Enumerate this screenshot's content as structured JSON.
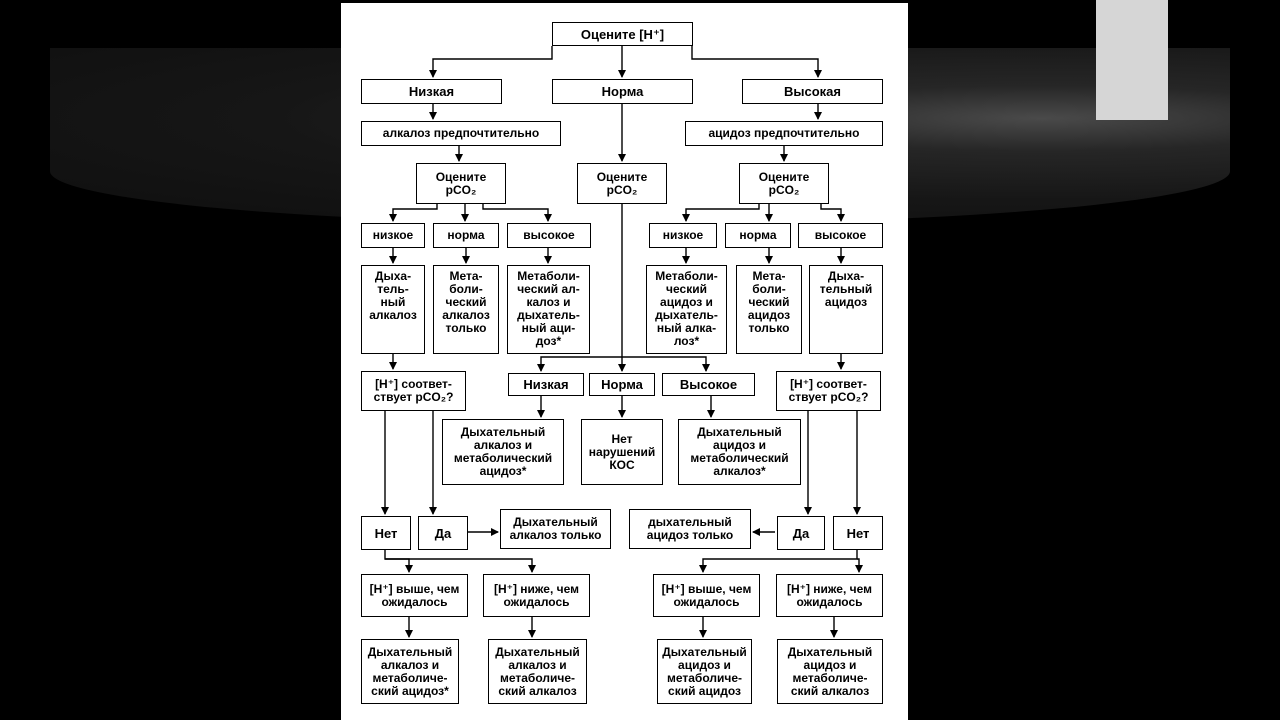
{
  "nodes": {
    "root": "Оцените [H⁺]",
    "h_low": "Низкая",
    "h_norm": "Норма",
    "h_high": "Высокая",
    "pref_alk": "алкалоз предпочтительно",
    "pref_acid": "ацидоз предпочтительно",
    "pco2_left": "Оцените\npCO₂",
    "pco2_mid": "Оцените\npCO₂",
    "pco2_right": "Оцените\npCO₂",
    "l_low": "низкое",
    "l_norm": "норма",
    "l_high": "высокое",
    "r_low": "низкое",
    "r_norm": "норма",
    "r_high": "высокое",
    "l_resp_alk": "Дыха-\nтель-\nный\nалкалоз",
    "l_met_alk": "Мета-\nболи-\nческий\nалкалоз\nтолько",
    "l_mixed": "Метаболи-\nческий ал-\nкалоз и\nдыхатель-\nный аци-\nдоз*",
    "r_mixed": "Метаболи-\nческий\nацидоз и\nдыхатель-\nный алка-\nлоз*",
    "r_met_acid": "Мета-\nболи-\nческий\nацидоз\nтолько",
    "r_resp_acid": "Дыха-\nтельный\nацидоз",
    "l_match": "[H⁺] соответ-\nствует pCO₂?",
    "r_match": "[H⁺] соответ-\nствует pCO₂?",
    "m_low": "Низкая",
    "m_norm": "Норма",
    "m_high": "Высокое",
    "m_res_low": "Дыхательный\nалкалоз и\nметаболический\nацидоз*",
    "m_res_norm": "Нет\nнарушений\nКОС",
    "m_res_high": "Дыхательный\nацидоз и\nметаболический\nалкалоз*",
    "l_no": "Нет",
    "l_yes": "Да",
    "l_resp_only": "Дыхательный\nалкалоз только",
    "r_resp_only": "дыхательный\nацидоз только",
    "r_yes": "Да",
    "r_no": "Нет",
    "l_higher": "[H⁺] выше, чем\nожидалось",
    "l_lower": "[H⁺] ниже, чем\nожидалось",
    "r_higher": "[H⁺] выше, чем\nожидалось",
    "r_lower": "[H⁺] ниже, чем\nожидалось",
    "l_res1": "Дыхательный\nалкалоз и\nметаболиче-\nский ацидоз*",
    "l_res2": "Дыхательный\nалкалоз и\nметаболиче-\nский алкалоз",
    "r_res1": "Дыхательный\nацидоз и\nметаболиче-\nский ацидоз",
    "r_res2": "Дыхательный\nацидоз и\nметаболиче-\nский алкалоз"
  }
}
